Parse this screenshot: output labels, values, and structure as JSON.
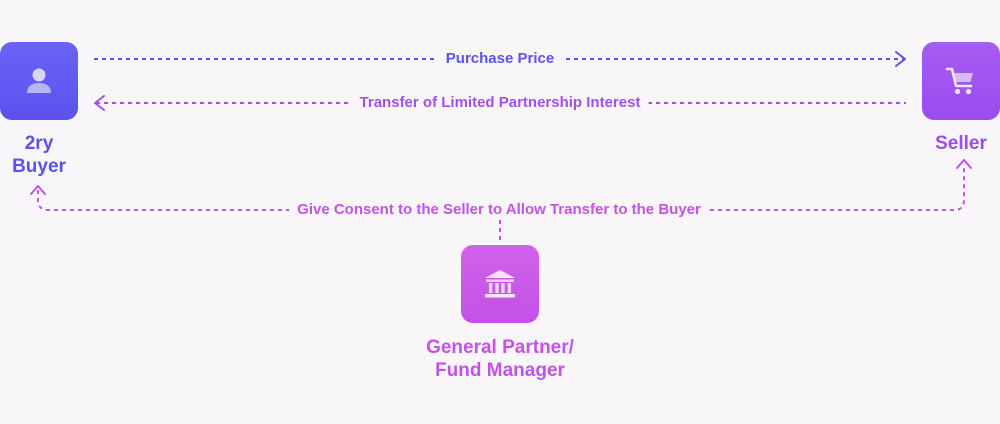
{
  "nodes": {
    "buyer": {
      "label_line1": "2ry",
      "label_line2": "Buyer",
      "icon": "person-icon",
      "color": "#5b52ee"
    },
    "seller": {
      "label": "Seller",
      "icon": "shopping-cart-icon",
      "color": "#9a4cee"
    },
    "general_partner": {
      "label_line1": "General Partner/",
      "label_line2": "Fund Manager",
      "icon": "bank-building-icon",
      "color": "#c452e6"
    }
  },
  "edges": {
    "purchase_price": {
      "label": "Purchase Price",
      "from": "2ry Buyer",
      "to": "Seller"
    },
    "transfer_interest": {
      "label": "Transfer of Limited Partnership Interest",
      "from": "Seller",
      "to": "2ry Buyer"
    },
    "consent": {
      "label": "Give Consent to the Seller to Allow Transfer to the Buyer",
      "from": "General Partner/Fund Manager",
      "to": [
        "2ry Buyer",
        "Seller"
      ]
    }
  }
}
